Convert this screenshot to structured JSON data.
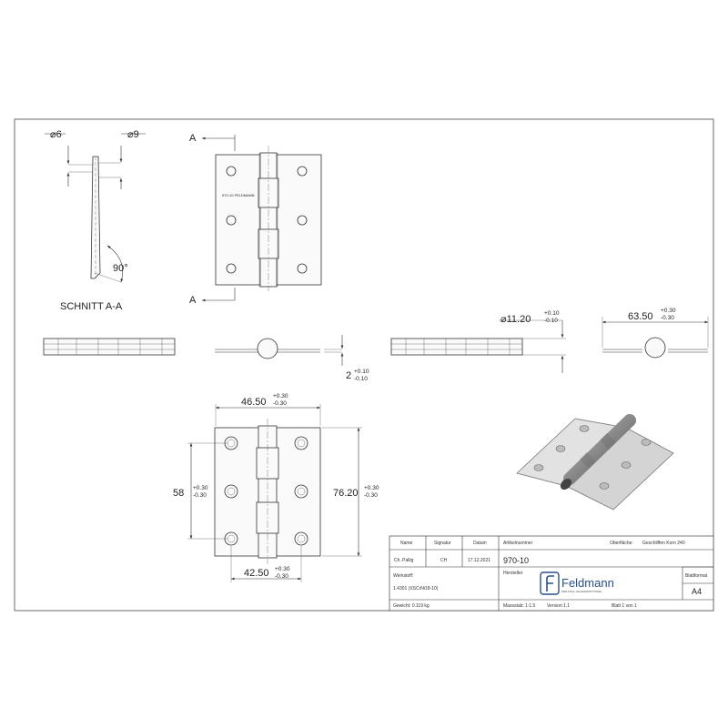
{
  "views": {
    "section_label": "SCHNITT A-A",
    "section_mark": "A",
    "dia_small": "⌀6",
    "dia_large": "⌀9",
    "angle": "90°",
    "plate_engraving": "970-10 FELDMANN"
  },
  "dimensions": {
    "thickness": {
      "value": "2",
      "tol_plus": "+0.10",
      "tol_minus": "-0.10"
    },
    "knuckle_dia": {
      "value": "⌀11.20",
      "tol_plus": "+0.10",
      "tol_minus": "-0.10"
    },
    "open_width": {
      "value": "63.50",
      "tol_plus": "+0.30",
      "tol_minus": "-0.30"
    },
    "hole_pitch_top": {
      "value": "46.50",
      "tol_plus": "+0.30",
      "tol_minus": "-0.30"
    },
    "hole_pitch_bottom": {
      "value": "42.50",
      "tol_plus": "+0.30",
      "tol_minus": "-0.30"
    },
    "hole_spacing_vertical": {
      "value": "58",
      "tol_plus": "+0.30",
      "tol_minus": "-0.30"
    },
    "height": {
      "value": "76.20",
      "tol_plus": "+0.30",
      "tol_minus": "-0.30"
    }
  },
  "title_block": {
    "h_name": "Name",
    "h_signatur": "Signatur",
    "h_datum": "Datum",
    "h_artikel": "Artikelnummer",
    "h_oberflaeche": "Oberfläche:",
    "oberflaeche": "Geschliffen Korn 240",
    "name": "Ch. Pallig",
    "signatur": "CH",
    "datum": "17.12.2021",
    "artikelnummer": "970-10",
    "h_werkstoff": "Werkstoff:",
    "werkstoff": "1.4301 (XSCrNi18-10)",
    "h_hersteller": "Hersteller",
    "logo_text": "Feldmann",
    "logo_tagline": "EDELSTAHL GELAENDERSYSTEME",
    "h_blattformat": "Blattformat",
    "blattformat": "A4",
    "gewicht": "Gewicht: 0.119 kg",
    "massstab": "Massstab: 1:1.5",
    "version": "Version:1.1",
    "blatt": "Blatt 1 von 1"
  }
}
